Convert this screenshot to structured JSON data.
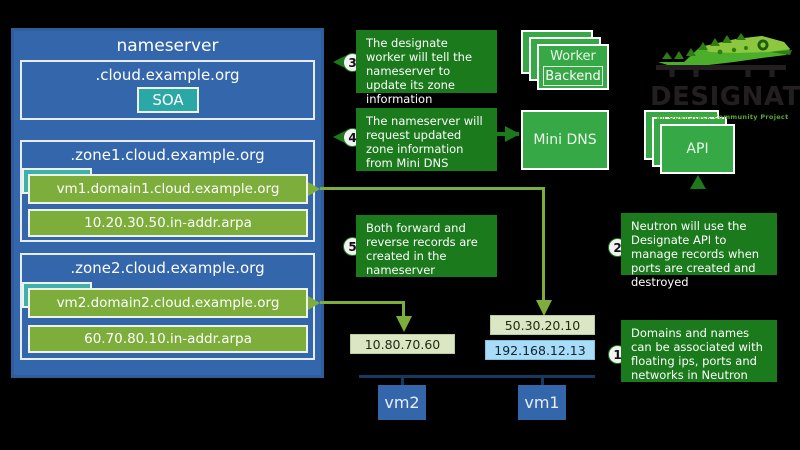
{
  "nameserver": {
    "title": "nameserver",
    "root_zone": {
      "label": ".cloud.example.org",
      "soa": "SOA"
    },
    "zones": [
      {
        "label": ".zone1.cloud.example.org",
        "records": [
          "vm1.domain1.cloud.example.org",
          "10.20.30.50.in-addr.arpa"
        ]
      },
      {
        "label": ".zone2.cloud.example.org",
        "records": [
          "vm2.domain2.cloud.example.org",
          "60.70.80.10.in-addr.arpa"
        ]
      }
    ]
  },
  "callouts": [
    {
      "number": "3",
      "text": "The designate worker will tell the nameserver to update its zone information"
    },
    {
      "number": "4",
      "text": "The nameserver will request updated zone information from Mini DNS"
    },
    {
      "number": "5",
      "text": "Both forward and reverse records are created in the nameserver"
    },
    {
      "number": "2",
      "text": "Neutron will use the Designate API to manage records when ports are created and destroyed"
    },
    {
      "number": "1",
      "text": "Domains and names can be associated with floating ips, ports and networks in Neutron"
    }
  ],
  "services": {
    "worker": "Worker",
    "backend": "Backend",
    "minidns": "Mini DNS",
    "api": "API"
  },
  "logo": {
    "wordmark": "DESIGNATE",
    "tagline": "an OpenStack Community Project",
    "icon": "crocodile-logo"
  },
  "instances": [
    {
      "name": "vm2",
      "floating_ip": "10.80.70.60",
      "fixed_ip": ""
    },
    {
      "name": "vm1",
      "floating_ip": "50.30.20.10",
      "fixed_ip": "192.168.12.13"
    }
  ],
  "colors": {
    "panel_blue": "#3466ab",
    "record_green": "#7dae3c",
    "teal": "#2aa8a5",
    "callout_green": "#1a7a1c",
    "service_green": "#36a845",
    "floating_ip": "#dbe7c4",
    "fixed_ip": "#a9ddf7",
    "background": "#000000"
  }
}
